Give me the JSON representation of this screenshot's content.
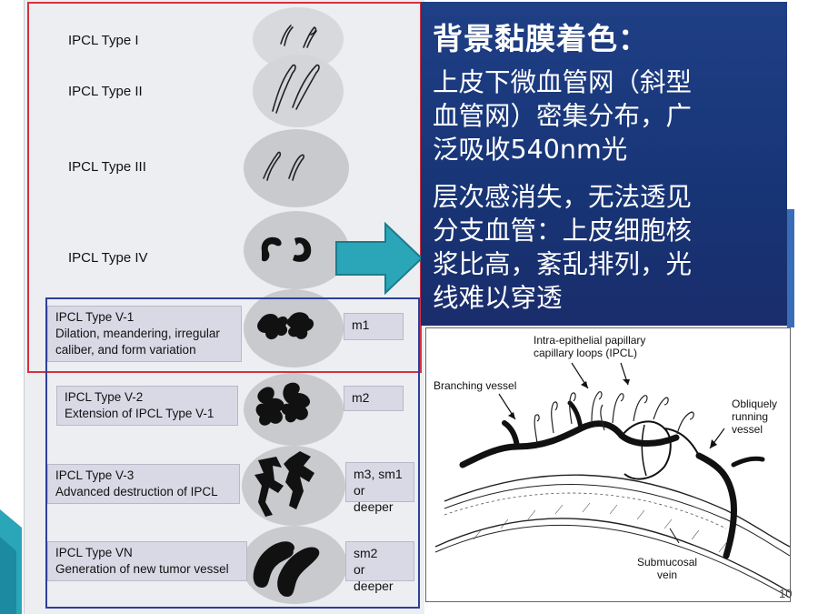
{
  "left_figure": {
    "type_labels": [
      "IPCL Type I",
      "IPCL Type II",
      "IPCL Type III",
      "IPCL Type IV"
    ],
    "v_types": [
      {
        "title": "IPCL Type V-1",
        "desc1": "Dilation, meandering, irregular",
        "desc2": "caliber, and form variation",
        "depth1": "m1",
        "depth2": ""
      },
      {
        "title": "IPCL Type V-2",
        "desc1": "Extension of IPCL Type V-1",
        "desc2": "",
        "depth1": "m2",
        "depth2": ""
      },
      {
        "title": "IPCL Type V-3",
        "desc1": "Advanced destruction of IPCL",
        "desc2": "",
        "depth1": "m3, sm1",
        "depth2": "or deeper"
      },
      {
        "title": "IPCL Type VN",
        "desc1": "Generation of new tumor vessel",
        "desc2": "",
        "depth1": "sm2",
        "depth2": "or deeper"
      }
    ]
  },
  "text_box": {
    "heading": "背景黏膜着色：",
    "para1_lines": [
      "上皮下微血管网（斜型",
      "血管网）密集分布，广",
      "泛吸收540nm光"
    ],
    "para2_lines": [
      "层次感消失，无法透见",
      "分支血管：上皮细胞核",
      "浆比高，紊乱排列，光",
      "线难以穿透"
    ]
  },
  "diagram": {
    "label_ipcl_1": "Intra-epithelial papillary",
    "label_ipcl_2": "capillary loops (IPCL)",
    "label_branching": "Branching vessel",
    "label_oblique_1": "Obliquely",
    "label_oblique_2": "running",
    "label_oblique_3": "vessel",
    "label_submucosal_1": "Submucosal",
    "label_submucosal_2": "vein"
  },
  "page_number": "10",
  "colors": {
    "red_frame": "#d6313f",
    "blue_frame": "#2f3f9a",
    "text_box_bg": "#1f3f86",
    "arrow": "#2aa6b8"
  }
}
